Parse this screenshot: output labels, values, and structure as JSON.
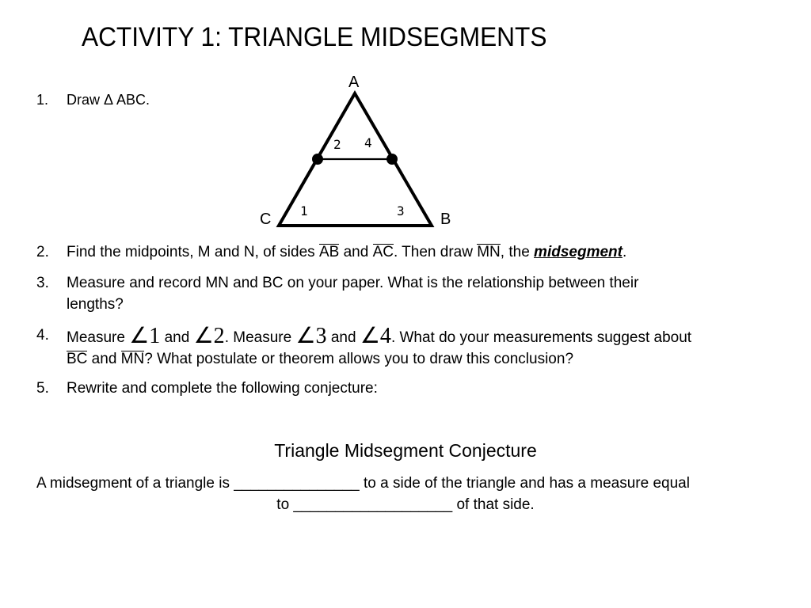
{
  "title": "ACTIVITY 1: TRIANGLE MIDSEGMENTS",
  "figure": {
    "vertex_labels": {
      "A": "A",
      "B": "B",
      "C": "C"
    },
    "angle_labels": {
      "a1": "1",
      "a2": "2",
      "a3": "3",
      "a4": "4"
    }
  },
  "steps": {
    "s1": {
      "num": "1.",
      "text": "Draw Δ ABC."
    },
    "s2": {
      "num": "2.",
      "t1": "Find the midpoints, M and N, of sides ",
      "seg1": "AB",
      "t2": " and ",
      "seg2": "AC",
      "t3": ".  Then draw ",
      "seg3": "MN",
      "t4": ", the ",
      "term": "midsegment",
      "t5": "."
    },
    "s3": {
      "num": "3.",
      "line1": "Measure and record MN and BC on your paper.  What is the relationship between their",
      "line2": "lengths?"
    },
    "s4": {
      "num": "4.",
      "t1": "Measure ",
      "ang1": "∠1",
      "t2": " and ",
      "ang2": "∠2",
      "t3": ".  Measure ",
      "ang3": "∠3",
      "t4": " and ",
      "ang4": "∠4",
      "t5": ".  What do your measurements suggest about",
      "seg1": "BC",
      "t6": " and ",
      "seg2": "MN",
      "t7": "?  What postulate or theorem allows you to draw this conclusion?"
    },
    "s5": {
      "num": "5.",
      "text": "Rewrite and complete the following conjecture:"
    }
  },
  "conjecture": {
    "title": "Triangle Midsegment Conjecture",
    "line1": "A midsegment of a triangle is _______________ to a side of the triangle and has a measure equal",
    "line2": "to ___________________ of that side."
  }
}
